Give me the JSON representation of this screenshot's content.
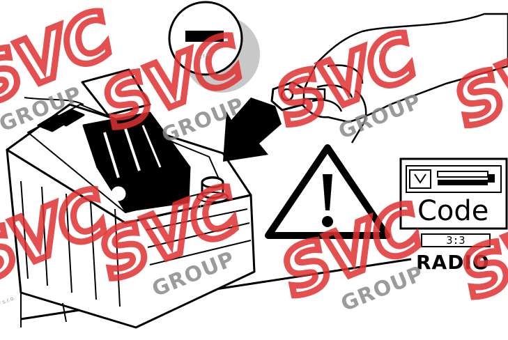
{
  "radio_display": {
    "code_label": "Code",
    "station_readout": "3:3",
    "radio_label": "RADIO"
  },
  "watermark": {
    "brand": "SVC",
    "sub": "GROUP",
    "suffix": "s.r.o.",
    "color": "#e03131",
    "sub_color": "#8a8a8a"
  },
  "icons": {
    "warning": "warning-triangle-icon",
    "terminal": "negative-terminal-icon",
    "arrow": "pointing-arrow-icon"
  }
}
